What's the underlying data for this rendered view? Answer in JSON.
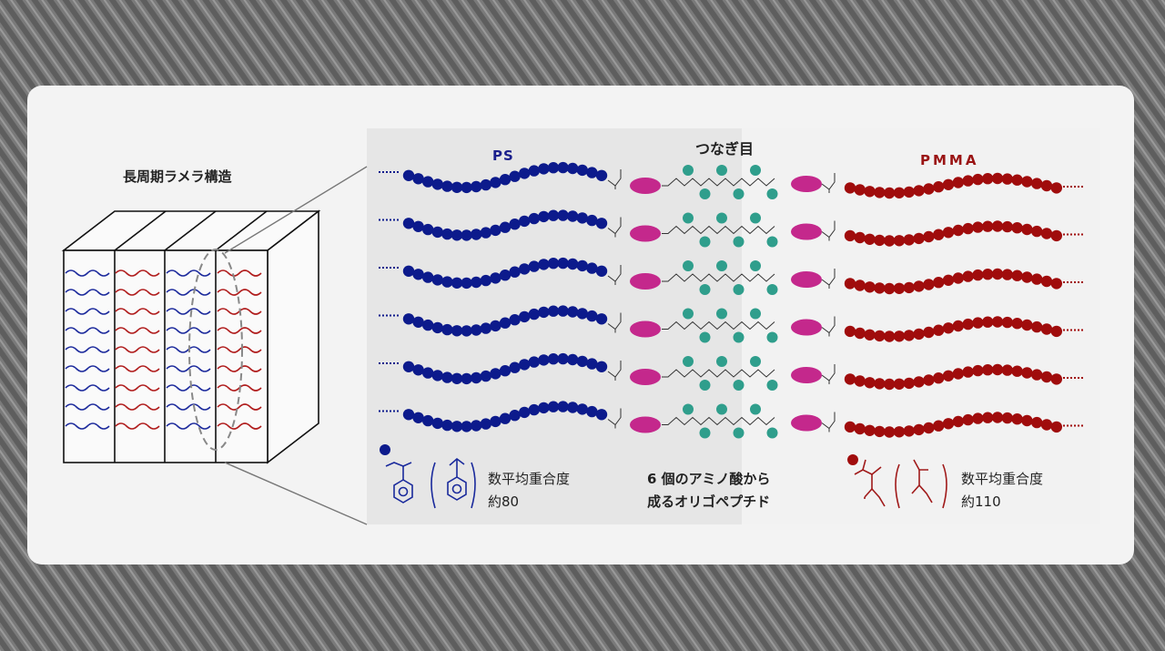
{
  "lamella": {
    "title": "長周期ラメラ構造",
    "layer_colors": [
      "#1c2a9c",
      "#b01c1c",
      "#1c2a9c",
      "#b01c1c"
    ]
  },
  "chain_labels": {
    "ps": "PS",
    "joint": "つなぎ目",
    "pmma": "PMMA"
  },
  "chains": {
    "count": 6,
    "ps_color": "#0c1a8c",
    "pmma_color": "#a00c0c",
    "linker_color": "#c4288c",
    "peptide_color": "#2f9e8c"
  },
  "legend": {
    "ps_dp_label": "数平均重合度",
    "ps_dp_value": "約80",
    "peptide_line1": "6 個のアミノ酸から",
    "peptide_line2": "成るオリゴペプチド",
    "pmma_dp_label": "数平均重合度",
    "pmma_dp_value": "約110"
  }
}
